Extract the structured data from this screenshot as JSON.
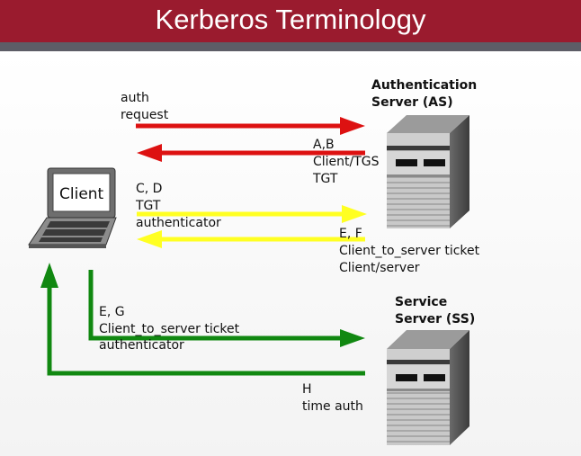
{
  "title": "Kerberos Terminology",
  "colors": {
    "title_bg": "#9a1b2e",
    "band": "#5d5d66",
    "red_arrow": "#dd1111",
    "yellow_arrow": "#ffff22",
    "green_arrow": "#118811"
  },
  "icons": {
    "client": "laptop-icon",
    "as_server": "server-tower-icon",
    "ss_server": "server-tower-icon"
  },
  "nodes": {
    "client_label": "Client",
    "as_label_line1": "Authentication",
    "as_label_line2": "Server (AS)",
    "ss_label_line1": "Service",
    "ss_label_line2": "Server (SS)"
  },
  "messages": {
    "auth_request": [
      "auth",
      "request"
    ],
    "ab": [
      "A,B",
      "Client/TGS",
      "TGT"
    ],
    "cd": [
      "C, D",
      "TGT",
      "authenticator"
    ],
    "ef": [
      "E, F",
      "Client_to_server ticket",
      "Client/server"
    ],
    "eg": [
      "E, G",
      "Client_to_server ticket",
      "authenticator"
    ],
    "h": [
      "H",
      "time auth"
    ]
  }
}
